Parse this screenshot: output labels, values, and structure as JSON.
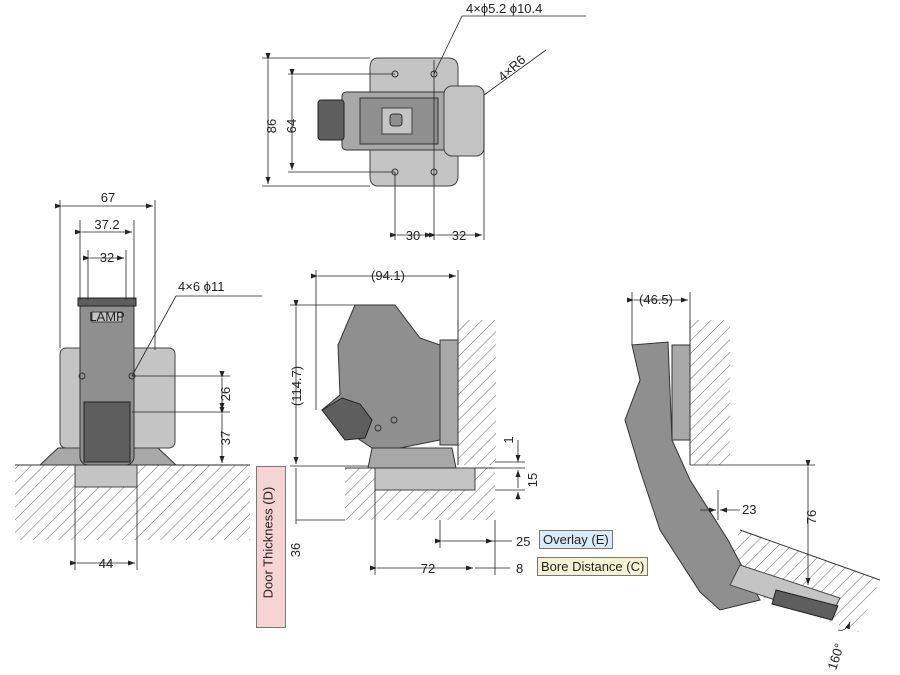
{
  "top_view": {
    "hole_spec": "4×ϕ5.2  ϕ10.4",
    "radius_spec": "4×R6",
    "dim_height_outer": "86",
    "dim_height_inner": "64",
    "dim_width_left": "30",
    "dim_width_right": "32"
  },
  "front_view": {
    "dim_width_outer": "67",
    "dim_width_mid": "37.2",
    "dim_width_inner": "32",
    "hole_spec": "4×6  ϕ11",
    "dim_height_upper": "26",
    "dim_height_lower": "37",
    "dim_base": "44",
    "logo_text": "LAMP"
  },
  "side_view": {
    "dim_depth": "(94.1)",
    "dim_height": "(114.7)",
    "dim_gap": "1",
    "dim_cup": "15",
    "dim_door": "36",
    "dim_overlay_value": "25",
    "dim_bore_offset": "72",
    "dim_bore_value": "8",
    "label_overlay": "Overlay (E)",
    "label_bore": "Bore Distance (C)",
    "label_door": "Door Thickness (D)"
  },
  "open_view": {
    "dim_depth": "(46.5)",
    "dim_offset": "23",
    "dim_height": "76",
    "angle": "160°"
  }
}
